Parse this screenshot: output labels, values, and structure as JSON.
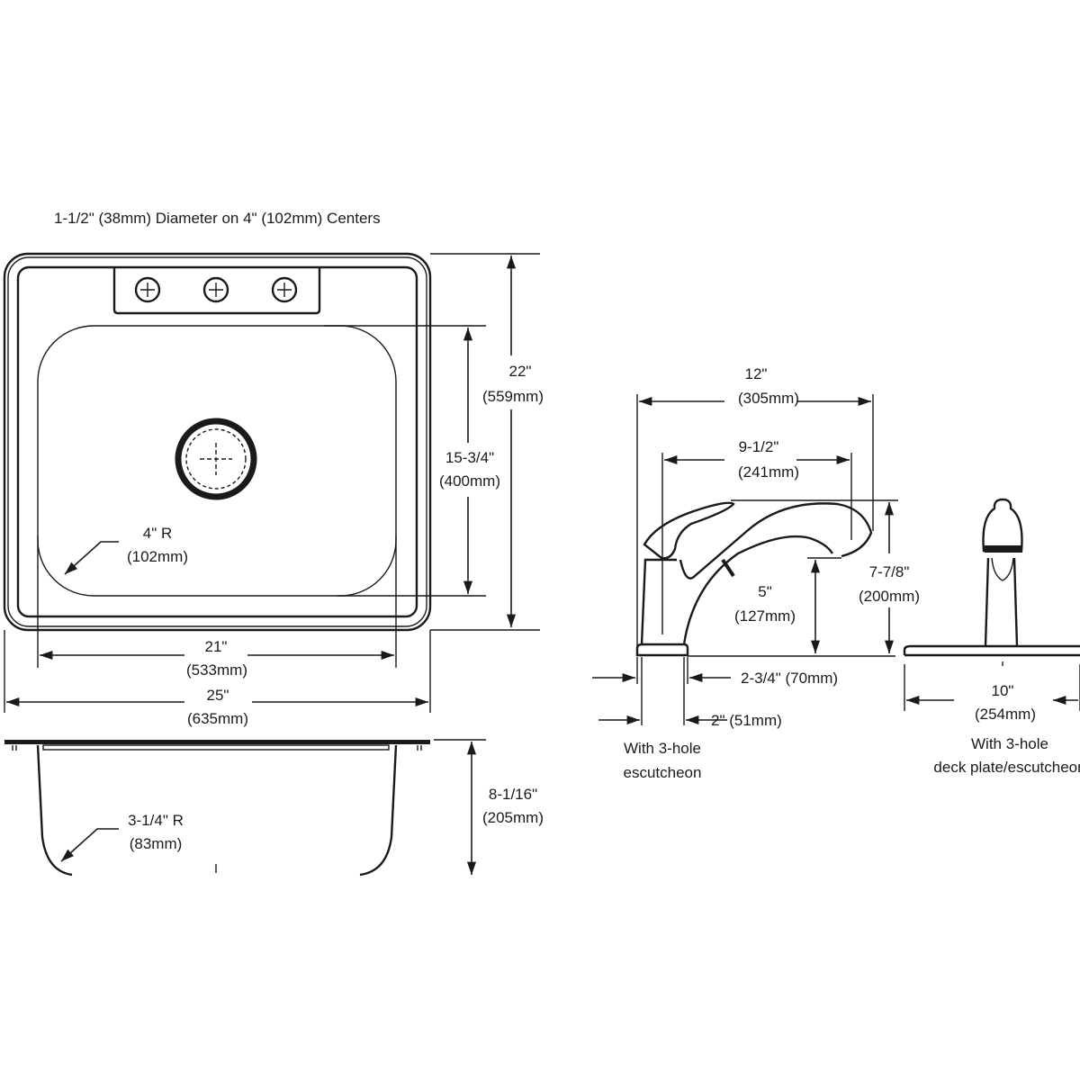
{
  "top_view": {
    "holes_note": "1-1/2\" (38mm) Diameter on 4\" (102mm) Centers",
    "overall_depth": {
      "in": "22\"",
      "mm": "(559mm)"
    },
    "bowl_depth": {
      "in": "15-3/4\"",
      "mm": "(400mm)"
    },
    "corner_radius": {
      "in": "4\" R",
      "mm": "(102mm)"
    },
    "bowl_width": {
      "in": "21\"",
      "mm": "(533mm)"
    },
    "overall_width": {
      "in": "25\"",
      "mm": "(635mm)"
    }
  },
  "side_view": {
    "bottom_radius": {
      "in": "3-1/4\" R",
      "mm": "(83mm)"
    },
    "bowl_height": {
      "in": "8-1/16\"",
      "mm": "(205mm)"
    }
  },
  "faucet_side": {
    "reach_total": {
      "in": "12\"",
      "mm": "(305mm)"
    },
    "spout_reach": {
      "in": "9-1/2\"",
      "mm": "(241mm)"
    },
    "spout_clearance": {
      "in": "5\"",
      "mm": "(127mm)"
    },
    "overall_height": {
      "in": "7-7/8\"",
      "mm": "(200mm)"
    },
    "base_width": "2-3/4\" (70mm)",
    "base_body": "2\" (51mm)",
    "caption_line1": "With 3-hole",
    "caption_line2": "escutcheon"
  },
  "faucet_front": {
    "deck_plate": {
      "in": "10\"",
      "mm": "(254mm)"
    },
    "caption_line1": "With 3-hole",
    "caption_line2": "deck plate/escutcheon"
  }
}
